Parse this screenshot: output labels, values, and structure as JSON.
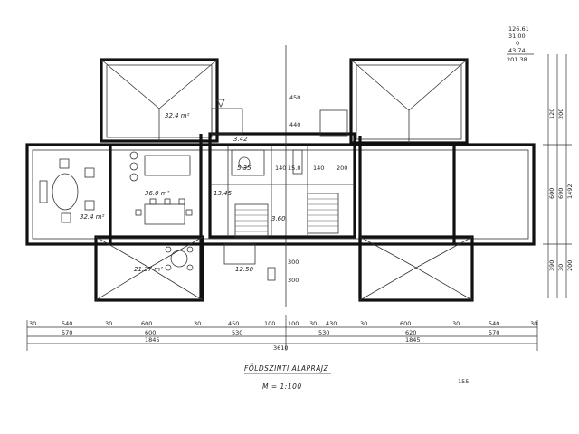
{
  "drawing": {
    "title": "FÖLDSZINTI ALAPRAJZ",
    "scale": "M = 1:100",
    "corner_note": "155"
  },
  "corner_calc": [
    "126.61",
    "31.00",
    "0",
    "43.74",
    "201.38"
  ],
  "room_areas": {
    "living": "32.4 m²",
    "gable_left": "32.4 m²",
    "dining": "36.0 m²",
    "terrace": "21.37 m²",
    "hall": "13.45",
    "bath": "5.35",
    "wc": "3.42",
    "stair": "12.50",
    "storage": "3.60"
  },
  "dims_row1": [
    "30",
    "540",
    "30",
    "600",
    "30",
    "450",
    "100",
    "100",
    "30",
    "430",
    "30",
    "600",
    "30",
    "540",
    "30"
  ],
  "dims_row2": [
    "570",
    "600",
    "530",
    "530",
    "620",
    "570"
  ],
  "dims_row3": [
    "1845",
    "1845"
  ],
  "dims_total": "3610",
  "dims_right": [
    "120",
    "200",
    "600",
    "690",
    "1492",
    "390",
    "30",
    "200"
  ],
  "dims_mid": [
    "140",
    "15.0",
    "140",
    "200",
    "300",
    "300",
    "450",
    "440"
  ],
  "colors": {
    "ink": "#1a1a1a",
    "paper": "#ffffff"
  }
}
